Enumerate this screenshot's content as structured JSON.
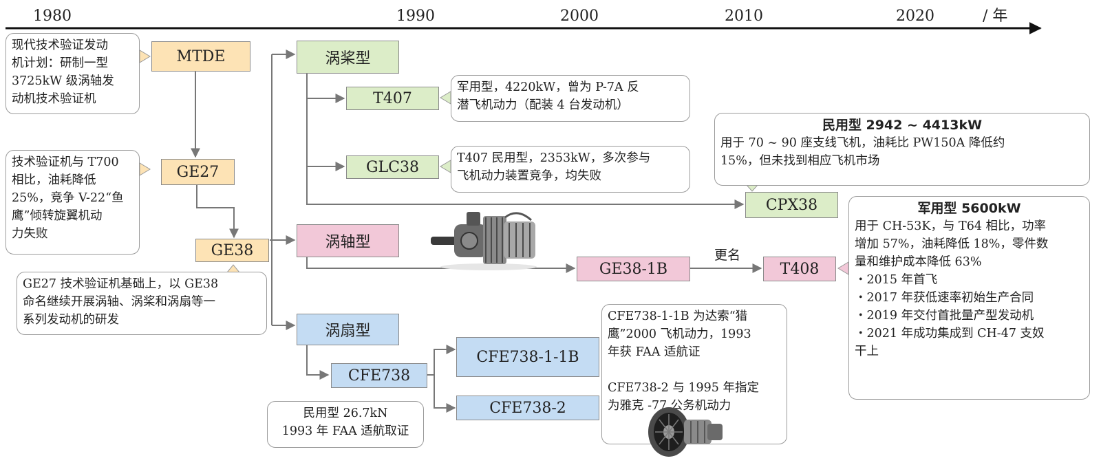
{
  "timeline": {
    "years": [
      "1980",
      "1990",
      "2000",
      "2010",
      "2020"
    ],
    "unit": "/ 年"
  },
  "nodes": {
    "mtde": "MTDE",
    "ge27": "GE27",
    "ge38": "GE38",
    "turboprop": "涡桨型",
    "turboshaft": "涡轴型",
    "turbofan": "涡扇型",
    "t407": "T407",
    "glc38": "GLC38",
    "cpx38": "CPX38",
    "ge38_1b": "GE38-1B",
    "t408": "T408",
    "cfe738": "CFE738",
    "cfe738_1_1b": "CFE738-1-1B",
    "cfe738_2": "CFE738-2"
  },
  "labels": {
    "rename": "更名"
  },
  "notes": {
    "mtde": "现代技术验证发动\n机计划：研制一型\n3725kW 级涡轴发\n动机技术验证机",
    "ge27": "技术验证机与 T700\n相比，油耗降低\n25%，竞争 V-22“鱼\n鹰”倾转旋翼机动\n力失败",
    "ge38": "GE27 技术验证机基础上，以 GE38\n命名继续开展涡轴、涡桨和涡扇等一\n系列发动机的研发",
    "t407": "军用型，4220kW，曾为 P-7A 反\n潜飞机动力（配装 4 台发动机）",
    "glc38": "T407 民用型，2353kW，多次参与\n飞机动力装置竞争，均失败",
    "cpx38_title": "民用型 2942 ~ 4413kW",
    "cpx38": "用于 70 ~ 90 座支线飞机，油耗比 PW150A 降低约\n15%，但未找到相应飞机市场",
    "t408_title": "军用型 5600kW",
    "t408": "用于 CH-53K，与 T64 相比，功率\n增加 57%，油耗降低 18%，零件数\n量和维护成本降低 63%\n・2015 年首飞\n・2017 年获低速率初始生产合同\n・2019 年交付首批量产型发动机\n・2021 年成功集成到 CH-47 支奴\n干上",
    "cfe738": "民用型 26.7kN\n1993 年 FAA 适航取证",
    "cfe738_variants": "CFE738-1-1B 为达索“猎\n鹰”2000 飞机动力，1993\n年获 FAA 适航证\n\nCFE738-2 与 1995 年指定\n为雅克 -77 公务机动力"
  },
  "colors": {
    "orange": "#fde3b5",
    "green": "#dcedc8",
    "pink": "#f2c8d8",
    "blue": "#c4dcf3",
    "line": "#777777"
  }
}
